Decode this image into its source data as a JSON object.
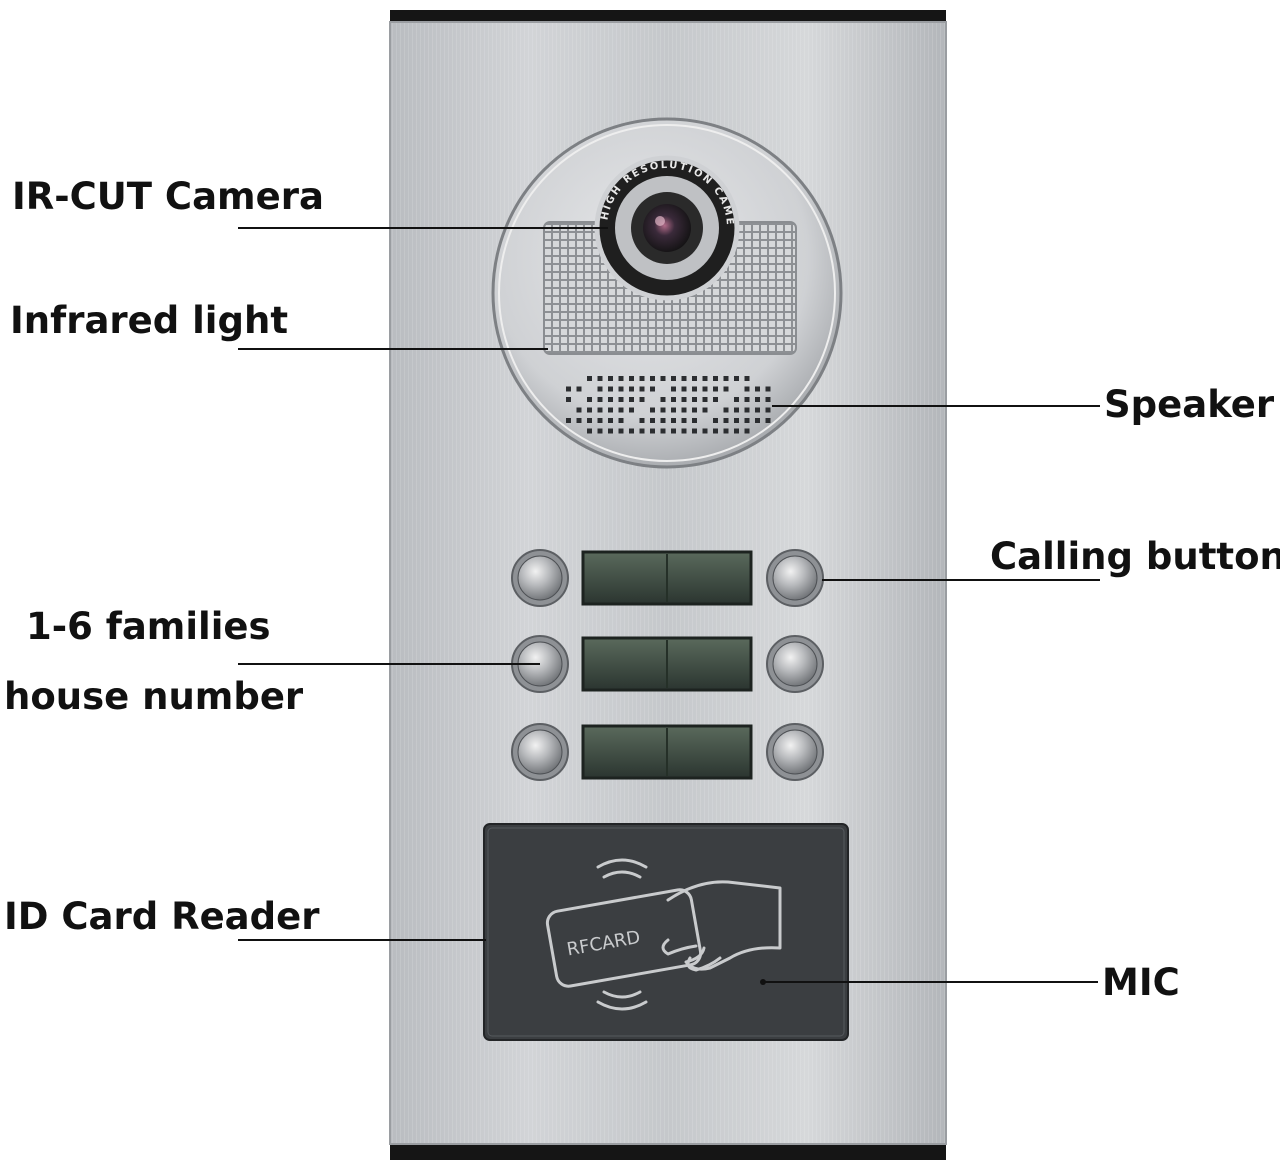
{
  "callouts": {
    "camera": "IR-CUT Camera",
    "infrared": "Infrared light",
    "speaker": "Speaker",
    "calling_button": "Calling button",
    "families_line1": "1-6 families",
    "families_line2": "house number",
    "id_card_reader": "ID Card Reader",
    "mic": "MIC"
  },
  "device": {
    "lens_ring_text": "HIGH RESOLUTION CAMERA",
    "card_label": "RFCARD",
    "button_rows": 3,
    "buttons_per_row": 2
  },
  "colors": {
    "panel": "#c9cbce",
    "panel_edge": "#1a1a1a",
    "card_reader": "#3a3d40",
    "label_text": "#111111"
  }
}
